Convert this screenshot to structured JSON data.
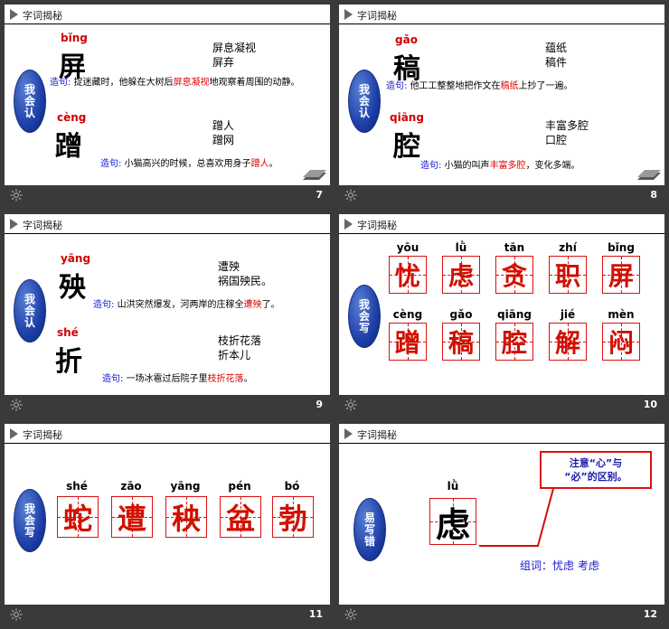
{
  "deck": {
    "header_title": "字词揭秘",
    "badge_recognize": "我会认",
    "badge_write": "我会写",
    "badge_error": "易写错"
  },
  "slides": [
    {
      "page": "7",
      "type": "recognize",
      "entries": [
        {
          "pinyin": "bǐng",
          "char": "屏",
          "words": [
            "屏息凝视",
            "屏弃"
          ],
          "sentence_label": "造句:",
          "sentence_parts": [
            {
              "t": "捉迷藏时，他躲在大树后",
              "hl": false
            },
            {
              "t": "屏息凝视",
              "hl": true
            },
            {
              "t": "地观察着周围的动静。",
              "hl": false
            }
          ]
        },
        {
          "pinyin": "cèng",
          "char": "蹭",
          "words": [
            "蹭人",
            "蹭网"
          ],
          "sentence_label": "造句:",
          "sentence_parts": [
            {
              "t": "小猫高兴的时候，总喜欢用身子",
              "hl": false
            },
            {
              "t": "蹭人",
              "hl": true
            },
            {
              "t": "。",
              "hl": false
            }
          ]
        }
      ]
    },
    {
      "page": "8",
      "type": "recognize",
      "entries": [
        {
          "pinyin": "gǎo",
          "char": "稿",
          "words": [
            "蕴纸",
            "稿件"
          ],
          "sentence_label": "造句:",
          "sentence_parts": [
            {
              "t": "他工工整整地把作文在",
              "hl": false
            },
            {
              "t": "稿纸",
              "hl": true
            },
            {
              "t": "上抄了一遍。",
              "hl": false
            }
          ]
        },
        {
          "pinyin": "qiāng",
          "char": "腔",
          "words": [
            "丰富多腔",
            "口腔"
          ],
          "sentence_label": "造句:",
          "sentence_parts": [
            {
              "t": "小猫的叫声",
              "hl": false
            },
            {
              "t": "丰富多腔",
              "hl": true
            },
            {
              "t": "，变化多端。",
              "hl": false
            }
          ]
        }
      ]
    },
    {
      "page": "9",
      "type": "recognize",
      "entries": [
        {
          "pinyin": "yāng",
          "char": "殃",
          "words": [
            "遭殃",
            "祸国殃民。"
          ],
          "sentence_label": "造句:",
          "sentence_parts": [
            {
              "t": "山洪突然爆发，河两岸的庄稼全",
              "hl": false
            },
            {
              "t": "遭殃",
              "hl": true
            },
            {
              "t": "了。",
              "hl": false
            }
          ]
        },
        {
          "pinyin": "shé",
          "char": "折",
          "words": [
            "枝折花落",
            "折本儿"
          ],
          "sentence_label": "造句:",
          "sentence_parts": [
            {
              "t": "一场冰雹过后院子里",
              "hl": false
            },
            {
              "t": "枝折花落",
              "hl": true
            },
            {
              "t": "。",
              "hl": false
            }
          ]
        }
      ]
    },
    {
      "page": "10",
      "type": "write",
      "rows": [
        {
          "pinyin": [
            "yōu",
            "lǜ",
            "tān",
            "zhí",
            "bǐng"
          ],
          "chars": [
            "忧",
            "虑",
            "贪",
            "职",
            "屏"
          ]
        },
        {
          "pinyin": [
            "cèng",
            "gǎo",
            "qiāng",
            "jié",
            "mèn"
          ],
          "chars": [
            "蹭",
            "稿",
            "腔",
            "解",
            "闷"
          ]
        }
      ]
    },
    {
      "page": "11",
      "type": "write",
      "rows": [
        {
          "pinyin": [
            "shé",
            "zāo",
            "yāng",
            "pén",
            "bó"
          ],
          "chars": [
            "蛇",
            "遭",
            "秧",
            "盆",
            "勃"
          ]
        }
      ]
    },
    {
      "page": "12",
      "type": "error",
      "pinyin": "lǜ",
      "char": "虑",
      "callout_lines": [
        "注意“心”与",
        "“必”的区别。"
      ],
      "zuci_label": "组词：",
      "zuci_words": "忧虑  考虑"
    }
  ],
  "colors": {
    "red": "#d11000",
    "blue": "#1414cf",
    "badge_blue": "#1d3fa8",
    "background": "#3a3a3a"
  }
}
